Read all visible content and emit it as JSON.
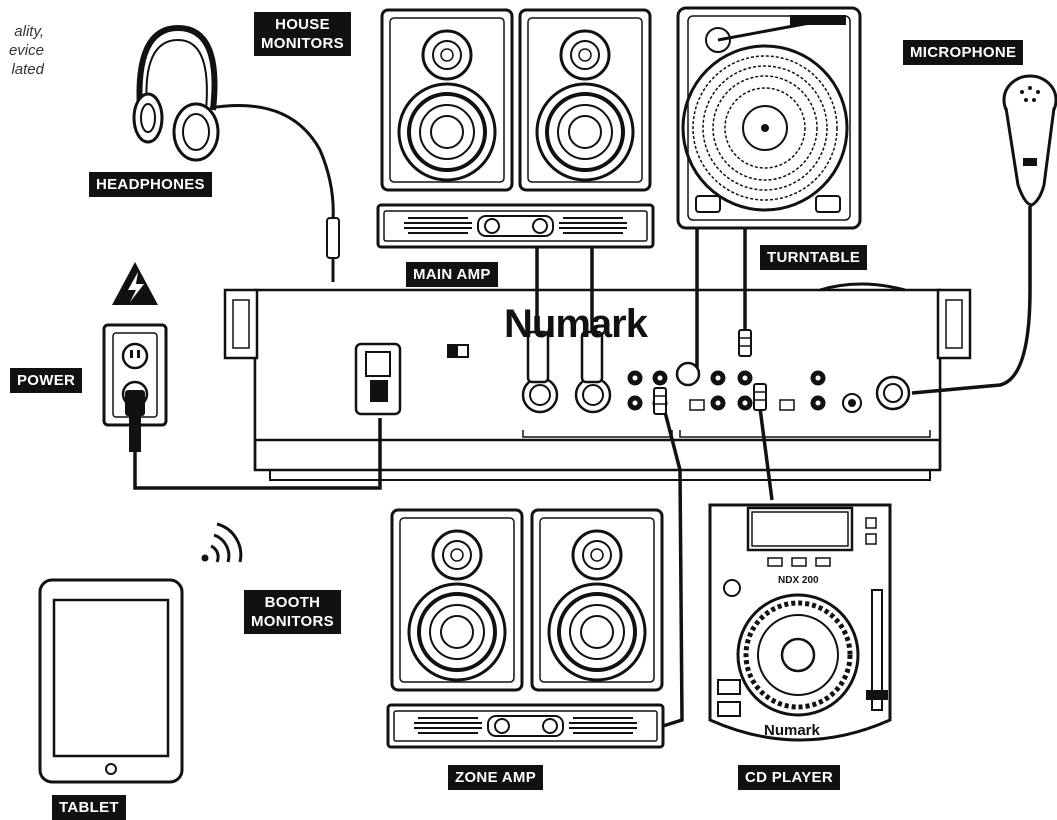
{
  "note_text": "ality,\nevice\nlated",
  "labels": {
    "house_monitors": "HOUSE\nMONITORS",
    "headphones": "HEADPHONES",
    "main_amp": "MAIN AMP",
    "turntable": "TURNTABLE",
    "microphone": "MICROPHONE",
    "power": "POWER",
    "booth_monitors": "BOOTH\nMONITORS",
    "zone_amp": "ZONE AMP",
    "cd_player": "CD PLAYER",
    "tablet": "TABLET"
  },
  "brand": {
    "mixer_logo": "Numark",
    "cd_logo": "Numark",
    "cd_model": "NDX 200"
  }
}
